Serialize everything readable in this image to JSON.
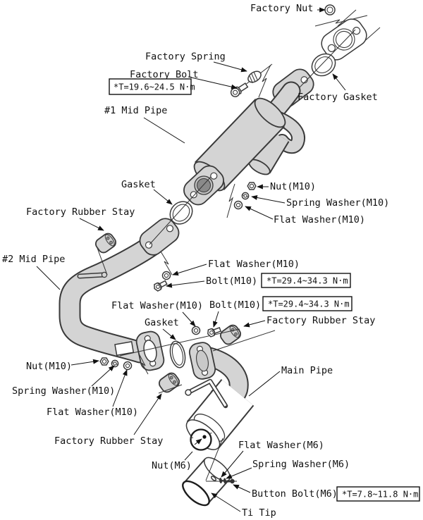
{
  "colors": {
    "background": "#ffffff",
    "metal_fill": "#d4d4d4",
    "outline": "#3a3a3a",
    "leader_line": "#111111",
    "text": "#111111"
  },
  "labels": {
    "factory_nut": "Factory Nut",
    "factory_spring": "Factory Spring",
    "factory_bolt": "Factory Bolt",
    "mid_pipe_1": "#1 Mid Pipe",
    "factory_gasket": "Factory Gasket",
    "gasket_upper": "Gasket",
    "nut_m10_upper": "Nut(M10)",
    "spring_washer_m10_upper": "Spring Washer(M10)",
    "flat_washer_m10_upper": "Flat Washer(M10)",
    "factory_rubber_stay_left": "Factory Rubber Stay",
    "mid_pipe_2": "#2 Mid Pipe",
    "flat_washer_m10_right": "Flat Washer(M10)",
    "bolt_m10_right": "Bolt(M10)",
    "flat_washer_m10_mid": "Flat Washer(M10)",
    "bolt_m10_mid": "Bolt(M10)",
    "gasket_lower": "Gasket",
    "factory_rubber_stay_right": "Factory Rubber Stay",
    "nut_m10_lower": "Nut(M10)",
    "spring_washer_m10_lower": "Spring Washer(M10)",
    "flat_washer_m10_lower": "Flat Washer(M10)",
    "factory_rubber_stay_bottom": "Factory Rubber Stay",
    "main_pipe": "Main Pipe",
    "flat_washer_m6": "Flat Washer(M6)",
    "nut_m6": "Nut(M6)",
    "spring_washer_m6": "Spring Washer(M6)",
    "button_bolt_m6": "Button Bolt(M6)",
    "ti_tip": "Ti Tip"
  },
  "torque": {
    "factory_bolt": "*T=19.6~24.5 N·m",
    "bolt_m10_right": "*T=29.4~34.3 N·m",
    "bolt_m10_mid": "*T=29.4~34.3 N·m",
    "button_bolt_m6": "*T=7.8~11.8 N·m"
  }
}
